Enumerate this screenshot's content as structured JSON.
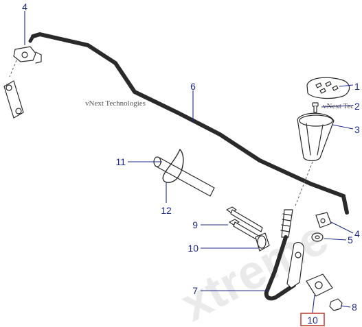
{
  "watermark": {
    "company": "vNext Technologies",
    "company_short": "vNext Tec",
    "brand": "xtreme"
  },
  "callouts": {
    "c1": "1",
    "c2": "2",
    "c3": "3",
    "c4_top": "4",
    "c4_right": "4",
    "c5": "5",
    "c6": "6",
    "c7": "7",
    "c8": "8",
    "c9": "9",
    "c10_left": "10",
    "c10_bottom": "10",
    "c11": "11",
    "c12": "12"
  },
  "colors": {
    "callout": "#1f2a8c",
    "highlight_box": "#c0392b",
    "line_art": "#2a2a2a"
  },
  "highlighted_callout": "10"
}
